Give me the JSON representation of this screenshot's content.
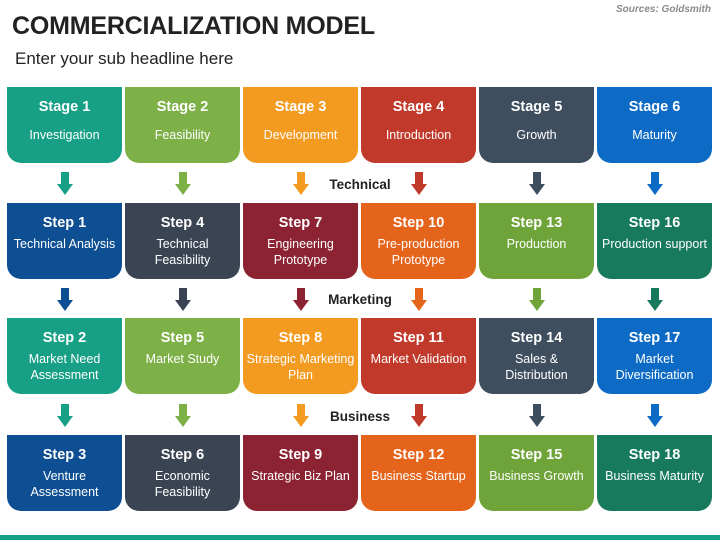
{
  "header": {
    "title": "COMMERCIALIZATION MODEL",
    "subtitle": "Enter your sub headline here",
    "source": "Sources: Goldsmith"
  },
  "colors": {
    "teal": "#17a085",
    "lime": "#7db047",
    "orange": "#f39a21",
    "red": "#c0392b",
    "slate": "#3e4e5e",
    "blue": "#0e6bc5",
    "navy": "#0d4f92",
    "charcoal": "#3a4452",
    "maroon": "#8b2332",
    "deep_orange": "#e5641b",
    "green": "#6ea43a",
    "forest": "#187a5c",
    "bottom_bar": "#17a085"
  },
  "row_labels": [
    "Technical",
    "Marketing",
    "Business"
  ],
  "rows": [
    {
      "tiles": [
        {
          "title": "Stage 1",
          "sub": "Investigation",
          "color": "#17a085",
          "title_color": "#ffffff"
        },
        {
          "title": "Stage 2",
          "sub": "Feasibility",
          "color": "#7db047",
          "title_color": "#ffffff"
        },
        {
          "title": "Stage 3",
          "sub": "Development",
          "color": "#f39a21",
          "title_color": "#ffffff"
        },
        {
          "title": "Stage 4",
          "sub": "Introduction",
          "color": "#c0392b",
          "title_color": "#ffffff"
        },
        {
          "title": "Stage 5",
          "sub": "Growth",
          "color": "#3e4e5e",
          "title_color": "#ffffff"
        },
        {
          "title": "Stage 6",
          "sub": "Maturity",
          "color": "#0e6bc5",
          "title_color": "#ffffff"
        }
      ]
    },
    {
      "tiles": [
        {
          "title": "Step 1",
          "sub": "Technical Analysis",
          "color": "#0d4f92",
          "title_color": "#ffffff"
        },
        {
          "title": "Step 4",
          "sub": "Technical Feasibility",
          "color": "#3a4452",
          "title_color": "#ffffff"
        },
        {
          "title": "Step 7",
          "sub": "Engineering Prototype",
          "color": "#8b2332",
          "title_color": "#ffffff"
        },
        {
          "title": "Step 10",
          "sub": "Pre-production Prototype",
          "color": "#e5641b",
          "title_color": "#ffffff"
        },
        {
          "title": "Step 13",
          "sub": "Production",
          "color": "#6ea43a",
          "title_color": "#ffffff"
        },
        {
          "title": "Step 16",
          "sub": "Production support",
          "color": "#187a5c",
          "title_color": "#ffffff"
        }
      ]
    },
    {
      "tiles": [
        {
          "title": "Step 2",
          "sub": "Market Need Assessment",
          "color": "#17a085",
          "title_color": "#ffffff"
        },
        {
          "title": "Step 5",
          "sub": "Market Study",
          "color": "#7db047",
          "title_color": "#ffffff"
        },
        {
          "title": "Step 8",
          "sub": "Strategic Marketing Plan",
          "color": "#f39a21",
          "title_color": "#ffffff"
        },
        {
          "title": "Step 11",
          "sub": "Market Validation",
          "color": "#c0392b",
          "title_color": "#ffffff"
        },
        {
          "title": "Step 14",
          "sub": "Sales & Distribution",
          "color": "#3e4e5e",
          "title_color": "#ffffff"
        },
        {
          "title": "Step 17",
          "sub": "Market Diversification",
          "color": "#0e6bc5",
          "title_color": "#ffffff"
        }
      ]
    },
    {
      "tiles": [
        {
          "title": "Step 3",
          "sub": "Venture Assessment",
          "color": "#0d4f92",
          "title_color": "#ffffff"
        },
        {
          "title": "Step 6",
          "sub": "Economic Feasibility",
          "color": "#3a4452",
          "title_color": "#ffffff"
        },
        {
          "title": "Step 9",
          "sub": "Strategic Biz Plan",
          "color": "#8b2332",
          "title_color": "#ffffff"
        },
        {
          "title": "Step 12",
          "sub": "Business Startup",
          "color": "#e5641b",
          "title_color": "#ffffff"
        },
        {
          "title": "Step 15",
          "sub": "Business Growth",
          "color": "#6ea43a",
          "title_color": "#ffffff"
        },
        {
          "title": "Step 18",
          "sub": "Business Maturity",
          "color": "#187a5c",
          "title_color": "#ffffff"
        }
      ]
    }
  ],
  "arrow_rows": [
    [
      "#17a085",
      "#7db047",
      "#f39a21",
      "#c0392b",
      "#3e4e5e",
      "#0e6bc5"
    ],
    [
      "#0d4f92",
      "#3a4452",
      "#8b2332",
      "#e5641b",
      "#6ea43a",
      "#187a5c"
    ],
    [
      "#17a085",
      "#7db047",
      "#f39a21",
      "#c0392b",
      "#3e4e5e",
      "#0e6bc5"
    ]
  ]
}
